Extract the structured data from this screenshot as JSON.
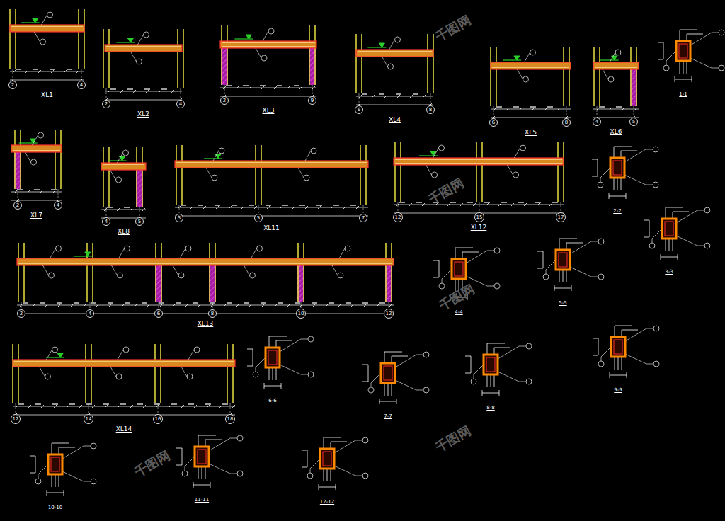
{
  "diagram": {
    "nodes": [
      {
        "text": [
          "2"
        ]
      },
      {
        "text": [
          "4"
        ]
      },
      {
        "text": [
          "2"
        ]
      },
      {
        "text": [
          "4"
        ]
      },
      {
        "text": [
          "2"
        ]
      },
      {
        "text": [
          "9"
        ]
      },
      {
        "text": [
          "6"
        ]
      },
      {
        "text": [
          "8"
        ]
      },
      {
        "text": [
          "6"
        ]
      },
      {
        "text": [
          "8"
        ]
      },
      {
        "text": [
          "4"
        ]
      },
      {
        "text": [
          "5"
        ]
      },
      {
        "text": [
          "2"
        ]
      },
      {
        "text": [
          "4"
        ]
      },
      {
        "text": [
          "4"
        ]
      },
      {
        "text": [
          "5"
        ]
      },
      {
        "text": [
          "3"
        ]
      },
      {
        "text": [
          "5"
        ]
      },
      {
        "text": [
          "7"
        ]
      },
      {
        "text": [
          "12"
        ]
      },
      {
        "text": [
          "15"
        ]
      },
      {
        "text": [
          "17"
        ]
      },
      {
        "text": [
          "2"
        ]
      },
      {
        "text": [
          "4"
        ]
      },
      {
        "text": [
          "6"
        ]
      },
      {
        "text": [
          "8"
        ]
      },
      {
        "text": [
          "10"
        ]
      },
      {
        "text": [
          "12"
        ]
      },
      {
        "text": [
          "12"
        ]
      },
      {
        "text": [
          "14"
        ]
      },
      {
        "text": [
          "16"
        ]
      },
      {
        "text": [
          "18"
        ]
      }
    ],
    "labels": [
      "XL1",
      "XL2",
      "XL3",
      "XL4",
      "XL5",
      "XL6",
      "XL7",
      "XL8",
      "XL11",
      "XL12",
      "XL13",
      "XL14",
      "1-1",
      "2-2",
      "3-3",
      "4-4",
      "5-5",
      "6-6",
      "7-7",
      "8-8",
      "9-9",
      "10-10",
      "11-11",
      "12-12",
      "千图网",
      "千图网",
      "千图网",
      "千图网",
      "千图网"
    ]
  }
}
